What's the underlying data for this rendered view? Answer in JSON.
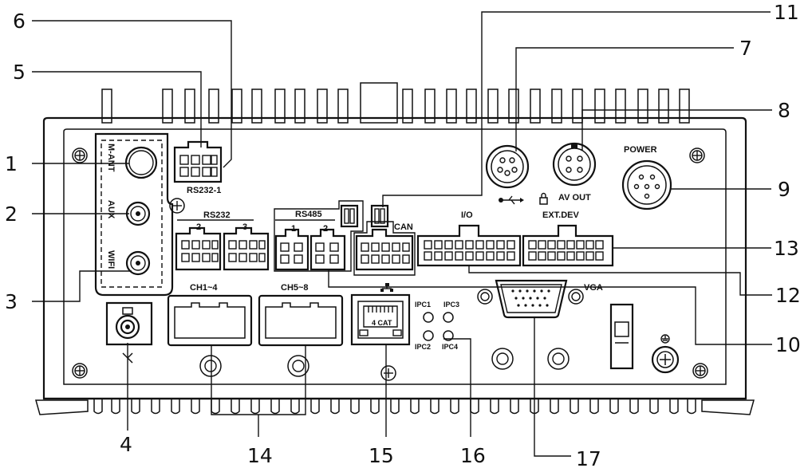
{
  "labels": {
    "m_ant": "M-ANT",
    "aux": "AUX",
    "wifi": "WIFI",
    "rs232_1": "RS232-1",
    "rs232": "RS232",
    "rs232_port2": "2",
    "rs232_port3": "3",
    "rs485": "RS485",
    "rs485_port1": "1",
    "rs485_port2": "2",
    "can": "CAN",
    "io": "I/O",
    "ext_dev": "EXT.DEV",
    "av_out": "AV OUT",
    "power": "POWER",
    "vga": "VGA",
    "ch1_4": "CH1~4",
    "ch5_8": "CH5~8",
    "ipc1": "IPC1",
    "ipc2": "IPC2",
    "ipc3": "IPC3",
    "ipc4": "IPC4",
    "cat": "4 CAT"
  },
  "callouts": [
    "1",
    "2",
    "3",
    "4",
    "5",
    "6",
    "7",
    "8",
    "9",
    "10",
    "11",
    "12",
    "13",
    "14",
    "15",
    "16",
    "17"
  ],
  "icons": [
    "usb-icon",
    "lock-icon",
    "gps-icon",
    "ethernet-icon",
    "ground-icon"
  ]
}
